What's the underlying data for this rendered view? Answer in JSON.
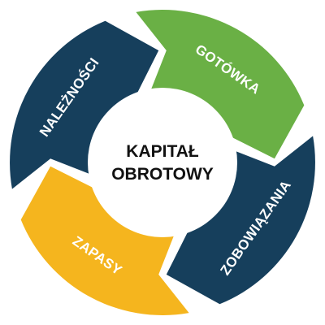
{
  "center": {
    "line1": "KAPITAŁ",
    "line2": "OBROTOWY"
  },
  "segments": [
    {
      "label": "NALEŻNOŚCI",
      "color": "#163f5c"
    },
    {
      "label": "GOTÓWKA",
      "color": "#6ab045"
    },
    {
      "label": "ZOBOWIĄZANIA",
      "color": "#163f5c"
    },
    {
      "label": "ZAPASY",
      "color": "#f5b51e"
    }
  ]
}
